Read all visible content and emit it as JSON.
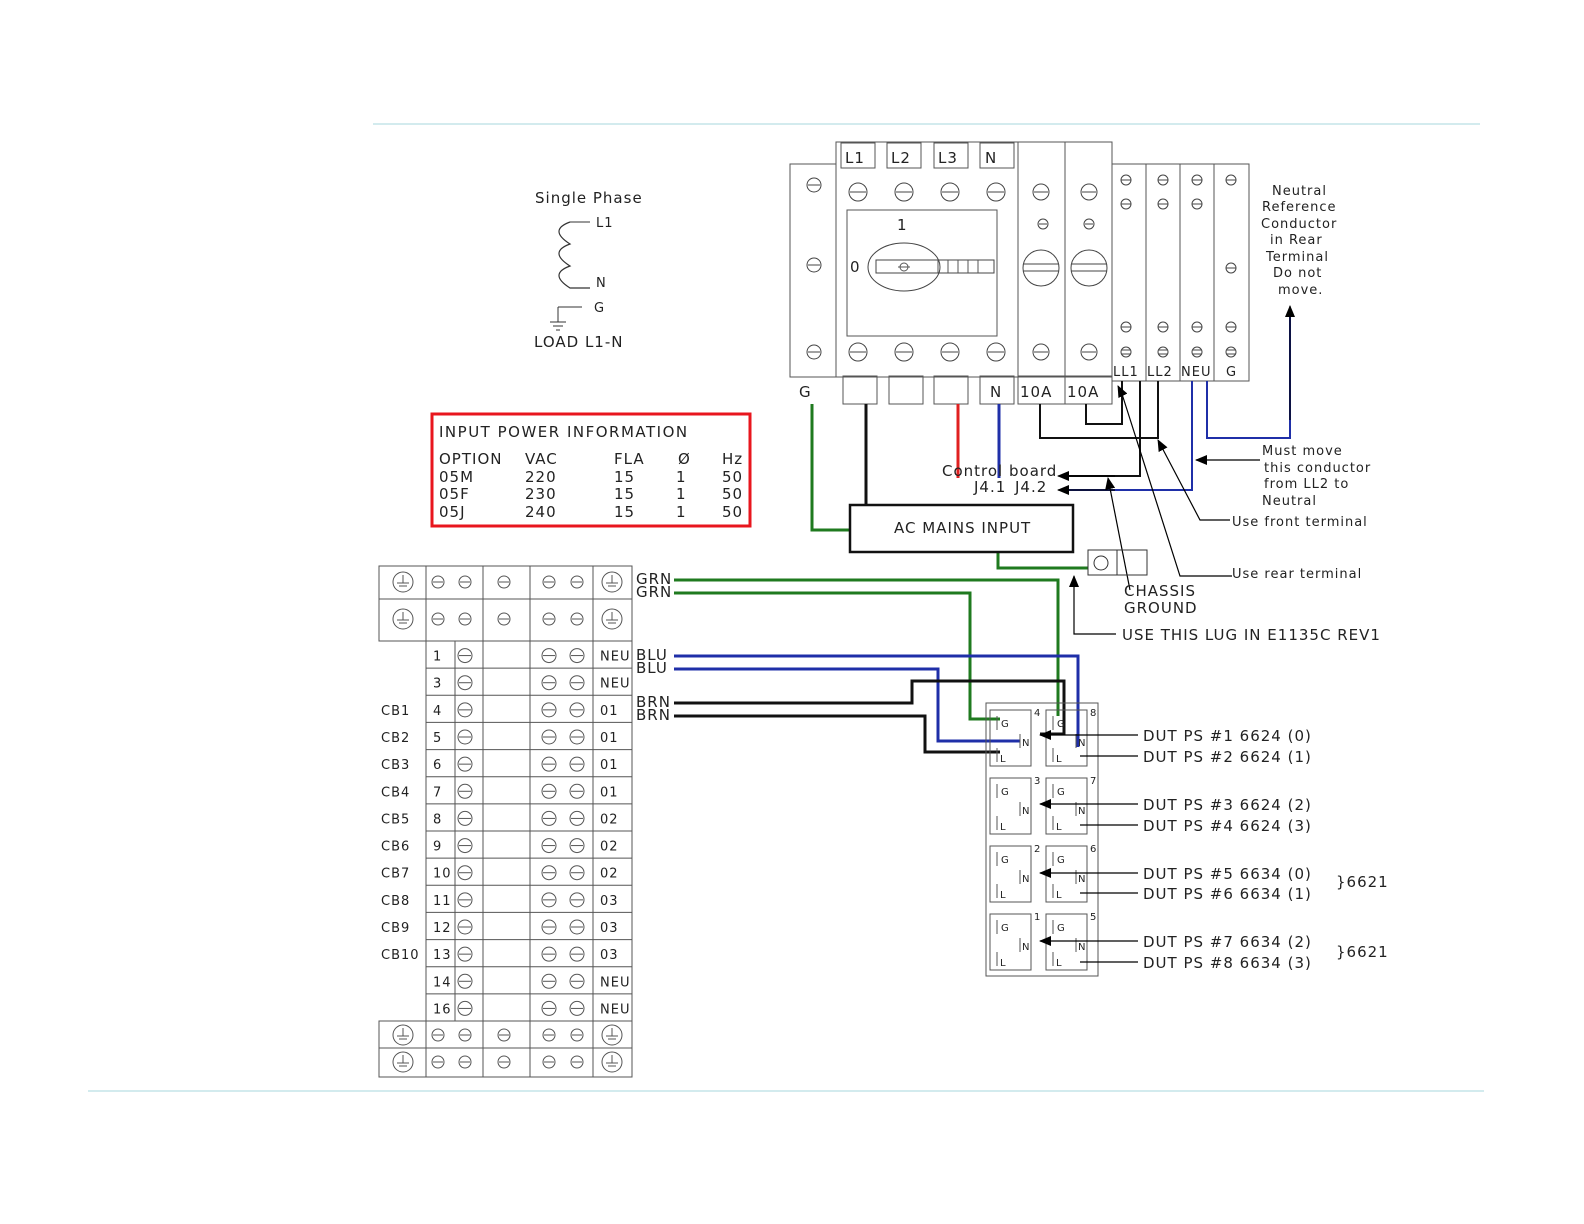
{
  "colors": {
    "ground_wire": "#1f7a1f",
    "neutral_wire": "#1f2fa8",
    "line_wire": "#111111",
    "hot_wire": "#e02020",
    "table_border": "#e8161e",
    "rule_line": "#b9dfe3"
  },
  "single_phase": {
    "title": "Single Phase",
    "l1": "L1",
    "n": "N",
    "g": "G",
    "load": "LOAD L1-N"
  },
  "input_power": {
    "title": "INPUT POWER INFORMATION",
    "headers": [
      "OPTION",
      "VAC",
      "FLA",
      "Ø",
      "Hz"
    ],
    "rows": [
      [
        "05M",
        "220",
        "15",
        "1",
        "50"
      ],
      [
        "05F",
        "230",
        "15",
        "1",
        "50"
      ],
      [
        "05J",
        "240",
        "15",
        "1",
        "50"
      ]
    ]
  },
  "breaker": {
    "top_labels": [
      "L1",
      "L2",
      "L3",
      "N"
    ],
    "switch_on": "1",
    "switch_off": "0",
    "ground_label": "G",
    "bottom_n": "N",
    "fuses": [
      "10A",
      "10A"
    ],
    "rail_labels": [
      "LL1",
      "LL2",
      "NEU",
      "G"
    ]
  },
  "annotations": {
    "neutral_ref": [
      "Neutral",
      "Reference",
      "Conductor",
      "in Rear",
      "Terminal",
      "Do not",
      "move."
    ],
    "must_move": [
      "Must move",
      "this conductor",
      "from LL2 to",
      "Neutral"
    ],
    "use_front": "Use front terminal",
    "use_rear": "Use rear terminal",
    "control_board": "Control board",
    "j41": "J4.1",
    "j42": "J4.2",
    "ac_mains": "AC MAINS INPUT",
    "chassis": "CHASSIS",
    "ground": "GROUND",
    "use_lug": "USE THIS LUG IN E1135C REV1"
  },
  "wires": {
    "grn1": "GRN",
    "grn2": "GRN",
    "blu1": "BLU",
    "blu2": "BLU",
    "brn1": "BRN",
    "brn2": "BRN"
  },
  "terminal_block": {
    "rows": [
      {
        "cb": "",
        "num": "1",
        "tag": "NEU"
      },
      {
        "cb": "",
        "num": "3",
        "tag": "NEU"
      },
      {
        "cb": "CB1",
        "num": "4",
        "tag": "01"
      },
      {
        "cb": "CB2",
        "num": "5",
        "tag": "01"
      },
      {
        "cb": "CB3",
        "num": "6",
        "tag": "01"
      },
      {
        "cb": "CB4",
        "num": "7",
        "tag": "01"
      },
      {
        "cb": "CB5",
        "num": "8",
        "tag": "02"
      },
      {
        "cb": "CB6",
        "num": "9",
        "tag": "02"
      },
      {
        "cb": "CB7",
        "num": "10",
        "tag": "02"
      },
      {
        "cb": "CB8",
        "num": "11",
        "tag": "03"
      },
      {
        "cb": "CB9",
        "num": "12",
        "tag": "03"
      },
      {
        "cb": "CB10",
        "num": "13",
        "tag": "03"
      },
      {
        "cb": "",
        "num": "14",
        "tag": "NEU"
      },
      {
        "cb": "",
        "num": "16",
        "tag": "NEU"
      }
    ]
  },
  "outlets": {
    "pin_g": "G",
    "pin_n": "N",
    "pin_l": "L",
    "numbers": [
      "4",
      "8",
      "3",
      "7",
      "2",
      "6",
      "1",
      "5"
    ]
  },
  "dut_labels": [
    "DUT PS #1 6624 (0)",
    "DUT PS #2 6624 (1)",
    "DUT PS #3 6624 (2)",
    "DUT PS #4 6624 (3)",
    "DUT PS #5 6634 (0)",
    "DUT PS #6 6634 (1)",
    "DUT PS #7 6634 (2)",
    "DUT PS #8 6634 (3)"
  ],
  "group_labels": [
    "}6621",
    "}6621"
  ]
}
